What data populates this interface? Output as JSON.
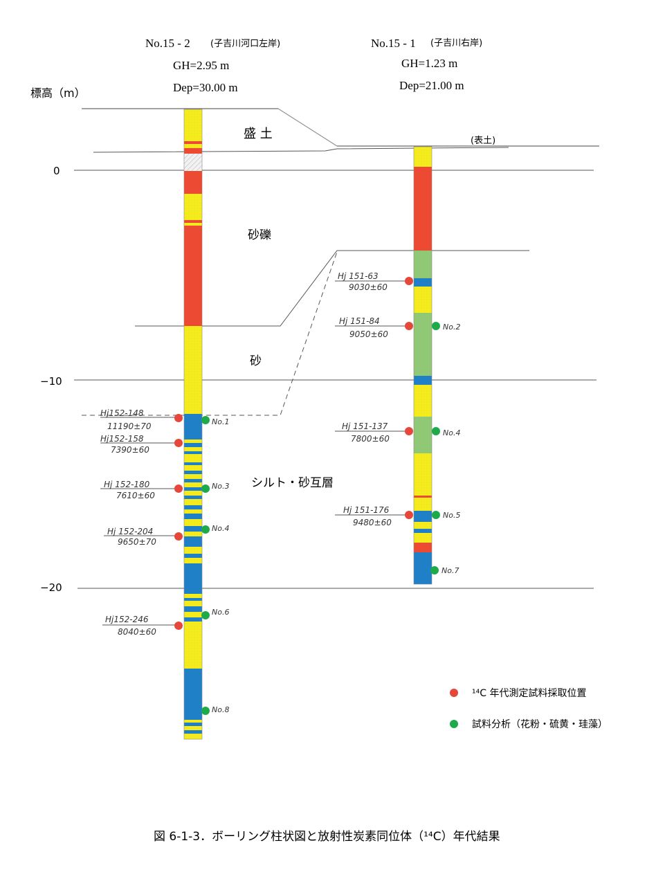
{
  "figure": {
    "caption": "図 6-1-3．ボーリング柱状図と放射性炭素同位体（¹⁴C）年代結果",
    "elevation_label": "標高（m）",
    "elevation_ticks": [
      "0",
      "−10",
      "−20"
    ]
  },
  "boreholes": {
    "left": {
      "title": "No.15 - 2",
      "note": "(子吉川河口左岸)",
      "gh": "GH=2.95  m",
      "dep": "Dep=30.00 m"
    },
    "right": {
      "title": "No.15 - 1",
      "note": "(子吉川右岸)",
      "gh": "GH=1.23  m",
      "dep": "Dep=21.00 m"
    }
  },
  "layers": {
    "fill": "盛 土",
    "surface": "(表土)",
    "gravel": "砂礫",
    "sand": "砂",
    "silt_sand": "シルト・砂互層"
  },
  "samples_left": [
    {
      "id": "Hj152-148",
      "age": "11190±70",
      "analysis": "No.1"
    },
    {
      "id": "Hj152-158",
      "age": "7390±60",
      "analysis": ""
    },
    {
      "id": "Hj 152-180",
      "age": "7610±60",
      "analysis": "No.3"
    },
    {
      "id": "Hj 152-204",
      "age": "9650±70",
      "analysis": "No.4"
    },
    {
      "id": "Hj152-246",
      "age": "8040±60",
      "analysis": "No.6"
    },
    {
      "id": "",
      "age": "",
      "analysis": "No.8"
    }
  ],
  "samples_right": [
    {
      "id": "Hj 151-63",
      "age": "9030±60",
      "analysis": ""
    },
    {
      "id": "Hj 151-84",
      "age": "9050±60",
      "analysis": "No.2"
    },
    {
      "id": "Hj 151-137",
      "age": "7800±60",
      "analysis": "No.4"
    },
    {
      "id": "Hj 151-176",
      "age": "9480±60",
      "analysis": "No.5"
    },
    {
      "id": "",
      "age": "",
      "analysis": "No.7"
    }
  ],
  "legend": {
    "red_label": "¹⁴C 年代測定試料採取位置",
    "green_label": "試料分析（花粉・硫黄・珪藻）"
  },
  "colors": {
    "sand_yellow": "#f5ec1e",
    "gravel_red": "#ec4a33",
    "silt_blue": "#1f7fc7",
    "green_layer": "#8fc877",
    "red_dot": "#e5473a",
    "green_dot": "#1eaa4a"
  }
}
